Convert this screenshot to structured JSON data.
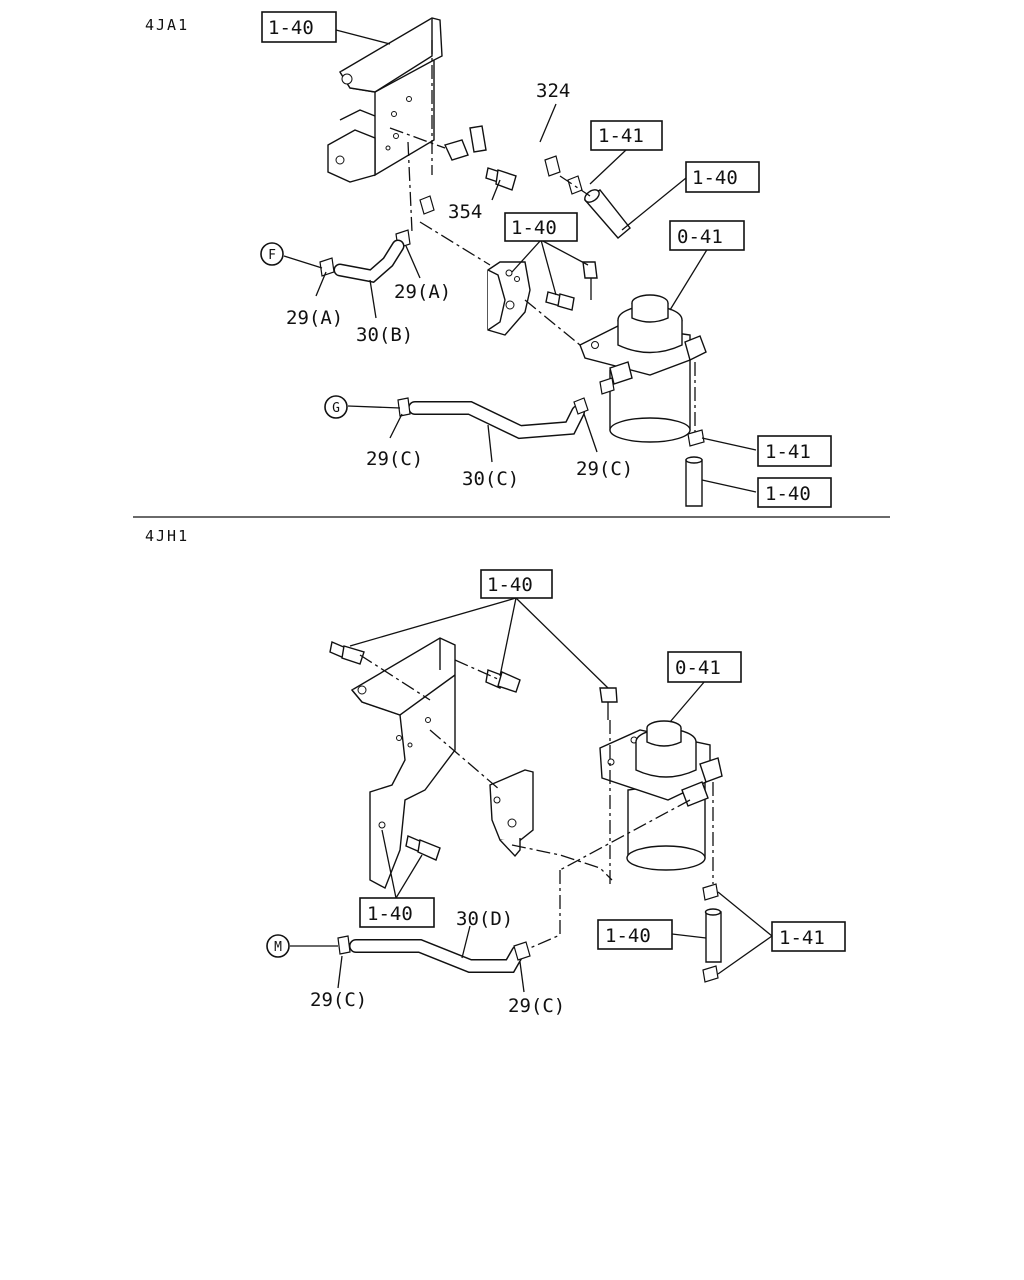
{
  "sections": [
    {
      "id": "upper",
      "title": "4JA1",
      "part_boxes": [
        "1-40",
        "1-41",
        "1-40",
        "1-40",
        "0-41",
        "1-41",
        "1-40"
      ],
      "part_numbers": [
        "324",
        "354",
        "29(A)",
        "29(A)",
        "30(B)",
        "29(C)",
        "30(C)",
        "29(C)"
      ],
      "connectors": [
        "F",
        "G"
      ]
    },
    {
      "id": "lower",
      "title": "4JH1",
      "part_boxes": [
        "1-40",
        "0-41",
        "1-40",
        "1-40",
        "1-41"
      ],
      "part_numbers": [
        "30(D)",
        "29(C)",
        "29(C)"
      ],
      "connectors": [
        "M"
      ]
    }
  ]
}
